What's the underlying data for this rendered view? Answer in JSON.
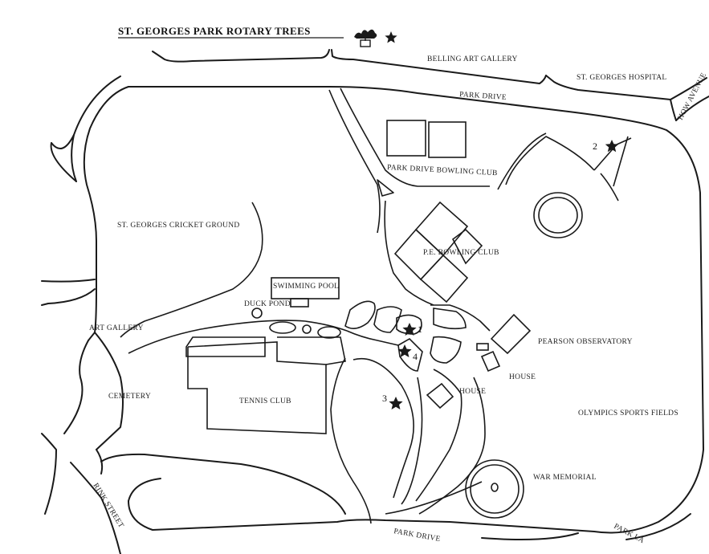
{
  "title": "ST. GEORGES PARK ROTARY TREES",
  "colors": {
    "ink": "#1a1a1a",
    "paper": "#ffffff"
  },
  "legend": {
    "tree_icon": "potted-tree-icon",
    "marker_icon": "star-icon"
  },
  "labels": {
    "belling_art_gallery": "BELLING ART GALLERY",
    "st_georges_hospital": "ST. GEORGES HOSPITAL",
    "park_drive_top": "PARK DRIVE",
    "howe_avenue": "HOW AVENUE",
    "park_drive_bowling_club": "PARK DRIVE BOWLING CLUB",
    "cricket_ground": "ST. GEORGES CRICKET GROUND",
    "pe_bowling_club": "P.E. BOWLING CLUB",
    "swimming_pool": "SWIMMING POOL",
    "duck_pond": "DUCK POND",
    "art_gallery": "ART GALLERY",
    "pearson_observatory": "PEARSON OBSERVATORY",
    "house_right": "HOUSE",
    "house_center": "HOUSE",
    "cemetery": "CEMETERY",
    "tennis_club": "TENNIS CLUB",
    "olympics_sports_fields": "OLYMPICS SPORTS FIELDS",
    "war_memorial": "WAR MEMORIAL",
    "rink_street": "RINK STREET",
    "park_drive_bottom": "PARK DRIVE",
    "park_lane": "PARK LA"
  },
  "markers": [
    {
      "number": "1"
    },
    {
      "number": "2"
    },
    {
      "number": "3"
    },
    {
      "number": "4"
    }
  ]
}
